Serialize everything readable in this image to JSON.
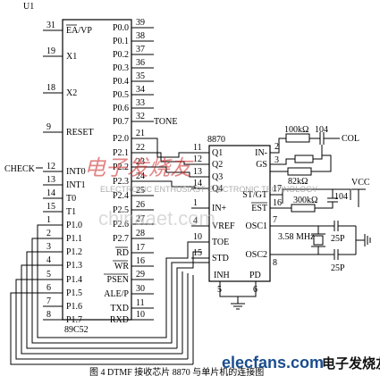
{
  "mcu": {
    "ref": "U1",
    "part": "89C52",
    "left_pins": [
      {
        "num": "31",
        "name": "EA/VP"
      },
      {
        "num": "19",
        "name": "X1"
      },
      {
        "num": "18",
        "name": "X2"
      },
      {
        "num": "9",
        "name": "RESET"
      },
      {
        "num": "12",
        "name": "INT0"
      },
      {
        "num": "13",
        "name": "INT1"
      },
      {
        "num": "14",
        "name": "T0"
      },
      {
        "num": "15",
        "name": "T1"
      },
      {
        "num": "1",
        "name": "P1.0"
      },
      {
        "num": "2",
        "name": "P1.1"
      },
      {
        "num": "3",
        "name": "P1.2"
      },
      {
        "num": "4",
        "name": "P1.3"
      },
      {
        "num": "5",
        "name": "P1.4"
      },
      {
        "num": "6",
        "name": "P1.5"
      },
      {
        "num": "7",
        "name": "P1.6"
      },
      {
        "num": "8",
        "name": "P1.7"
      }
    ],
    "right_pins": [
      {
        "num": "39",
        "name": "P0.0"
      },
      {
        "num": "38",
        "name": "P0.1"
      },
      {
        "num": "37",
        "name": "P0.2"
      },
      {
        "num": "36",
        "name": "P0.3"
      },
      {
        "num": "35",
        "name": "P0.4"
      },
      {
        "num": "34",
        "name": "P0.5"
      },
      {
        "num": "33",
        "name": "P0.6"
      },
      {
        "num": "32",
        "name": "P0.7"
      },
      {
        "num": "21",
        "name": "P2.0"
      },
      {
        "num": "22",
        "name": "P2.1"
      },
      {
        "num": "23",
        "name": "P2.2"
      },
      {
        "num": "24",
        "name": "P2.3"
      },
      {
        "num": "25",
        "name": "P2.4"
      },
      {
        "num": "26",
        "name": "P2.5"
      },
      {
        "num": "27",
        "name": "P2.6"
      },
      {
        "num": "28",
        "name": "P2.7"
      },
      {
        "num": "17",
        "name": "RD"
      },
      {
        "num": "16",
        "name": "WR"
      },
      {
        "num": "29",
        "name": "PSEN"
      },
      {
        "num": "30",
        "name": "ALE/P"
      },
      {
        "num": "11",
        "name": "TXD"
      },
      {
        "num": "10",
        "name": "RXD"
      }
    ],
    "tone_label": "TONE",
    "check_label": "CHECK"
  },
  "dtmf": {
    "part": "8870",
    "left_pins": [
      {
        "num": "11",
        "name": "Q1"
      },
      {
        "num": "12",
        "name": "Q2"
      },
      {
        "num": "13",
        "name": "Q3"
      },
      {
        "num": "14",
        "name": "Q4"
      },
      {
        "num": "1",
        "name": "IN+"
      },
      {
        "num": "4",
        "name": "VREF"
      },
      {
        "num": "10",
        "name": "TOE"
      },
      {
        "num": "15",
        "name": "STD"
      }
    ],
    "right_pins": [
      {
        "num": "2",
        "name": "IN-"
      },
      {
        "num": "3",
        "name": "GS"
      },
      {
        "num": "17",
        "name": "ST/GT"
      },
      {
        "num": "16",
        "name": "EST"
      },
      {
        "num": "7",
        "name": "OSC1"
      },
      {
        "num": "8",
        "name": "OSC2"
      }
    ],
    "bottom_pins": [
      {
        "num": "5",
        "name": "INH"
      },
      {
        "num": "6",
        "name": "PD"
      }
    ]
  },
  "components": {
    "r1": "100kΩ",
    "c1": "104",
    "col": "COL",
    "r2": "82kΩ",
    "vcc": "VCC",
    "r3": "300kΩ",
    "c2": "104",
    "xtal": "3.58 MHz",
    "c3": "25P",
    "c4": "25P"
  },
  "caption": "图 4  DTMF 接收芯片 8870 与单片机的连接图",
  "watermark": {
    "cn": "电子发烧友",
    "en": "ELECTRONIC ENTHUSIAST   ELECTRONIC TECHNOLOGY",
    "china": "chinaaet.com",
    "brand": "elecfans.com",
    "brand_cn": "电子发烧友"
  }
}
